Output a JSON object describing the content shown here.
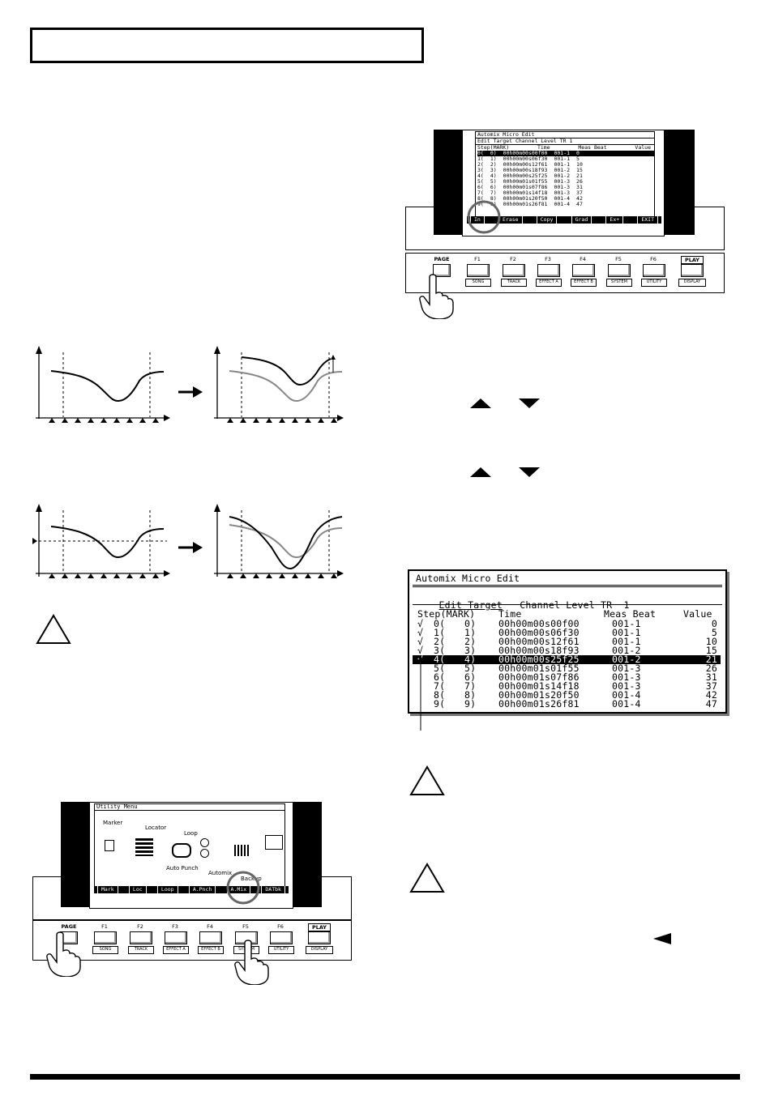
{
  "lcd": {
    "title": "Automix Micro Edit",
    "edit_target_label": "Edit Target",
    "edit_target_value": "Channel Level TR  1",
    "columns": [
      "Step(MARK)",
      "Time",
      "Meas Beat",
      "Value"
    ],
    "rows": [
      {
        "check": "√",
        "step": "0(",
        "mark": "0)",
        "time": "00h00m00s00f00",
        "meas": "001-1",
        "value": "0"
      },
      {
        "check": "√",
        "step": "1(",
        "mark": "1)",
        "time": "00h00m00s06f30",
        "meas": "001-1",
        "value": "5"
      },
      {
        "check": "√",
        "step": "2(",
        "mark": "2)",
        "time": "00h00m00s12f61",
        "meas": "001-1",
        "value": "10"
      },
      {
        "check": "√",
        "step": "3(",
        "mark": "3)",
        "time": "00h00m00s18f93",
        "meas": "001-2",
        "value": "15"
      },
      {
        "check": "√",
        "step": "4(",
        "mark": "4)",
        "time": "00h00m00s25f25",
        "meas": "001-2",
        "value": "21"
      },
      {
        "check": "",
        "step": "5(",
        "mark": "5)",
        "time": "00h00m01s01f55",
        "meas": "001-3",
        "value": "26"
      },
      {
        "check": "",
        "step": "6(",
        "mark": "6)",
        "time": "00h00m01s07f86",
        "meas": "001-3",
        "value": "31"
      },
      {
        "check": "",
        "step": "7(",
        "mark": "7)",
        "time": "00h00m01s14f18",
        "meas": "001-3",
        "value": "37"
      },
      {
        "check": "",
        "step": "8(",
        "mark": "8)",
        "time": "00h00m01s20f50",
        "meas": "001-4",
        "value": "42"
      },
      {
        "check": "",
        "step": "9(",
        "mark": "9)",
        "time": "00h00m01s26f81",
        "meas": "001-4",
        "value": "47"
      }
    ],
    "highlight_index": 4
  },
  "panel_top": {
    "screen_title": "Automix Micro Edit",
    "screen_target": "Edit Target   Channel Level TR  1",
    "soft_keys": [
      "In",
      "Erase",
      "Copy",
      "Grad",
      "Ex+",
      "EXIT"
    ],
    "page_label": "PAGE",
    "f_keys": [
      "F1",
      "F2",
      "F3",
      "F4",
      "F5",
      "F6"
    ],
    "f_sub": [
      "SONG",
      "TRACK",
      "EFFECT A",
      "EFFECT B",
      "SYSTEM",
      "UTILITY"
    ],
    "play_label": "PLAY",
    "display_label": "DISPLAY"
  },
  "panel_bottom": {
    "screen_title": "Utility Menu",
    "icons": [
      "Marker",
      "Locator",
      "Loop",
      "Auto Punch",
      "Automix",
      "Backup"
    ],
    "soft_keys": [
      "Mark",
      "Loc",
      "Loop",
      "A.Pnch",
      "A.Mix",
      "DATbk"
    ],
    "page_label": "PAGE",
    "f_keys": [
      "F1",
      "F2",
      "F3",
      "F4",
      "F5",
      "F6"
    ],
    "f_sub": [
      "SONG",
      "TRACK",
      "EFFECT A",
      "EFFECT B",
      "SYSTEM",
      "UTILITY"
    ],
    "play_label": "PLAY",
    "display_label": "DISPLAY"
  }
}
